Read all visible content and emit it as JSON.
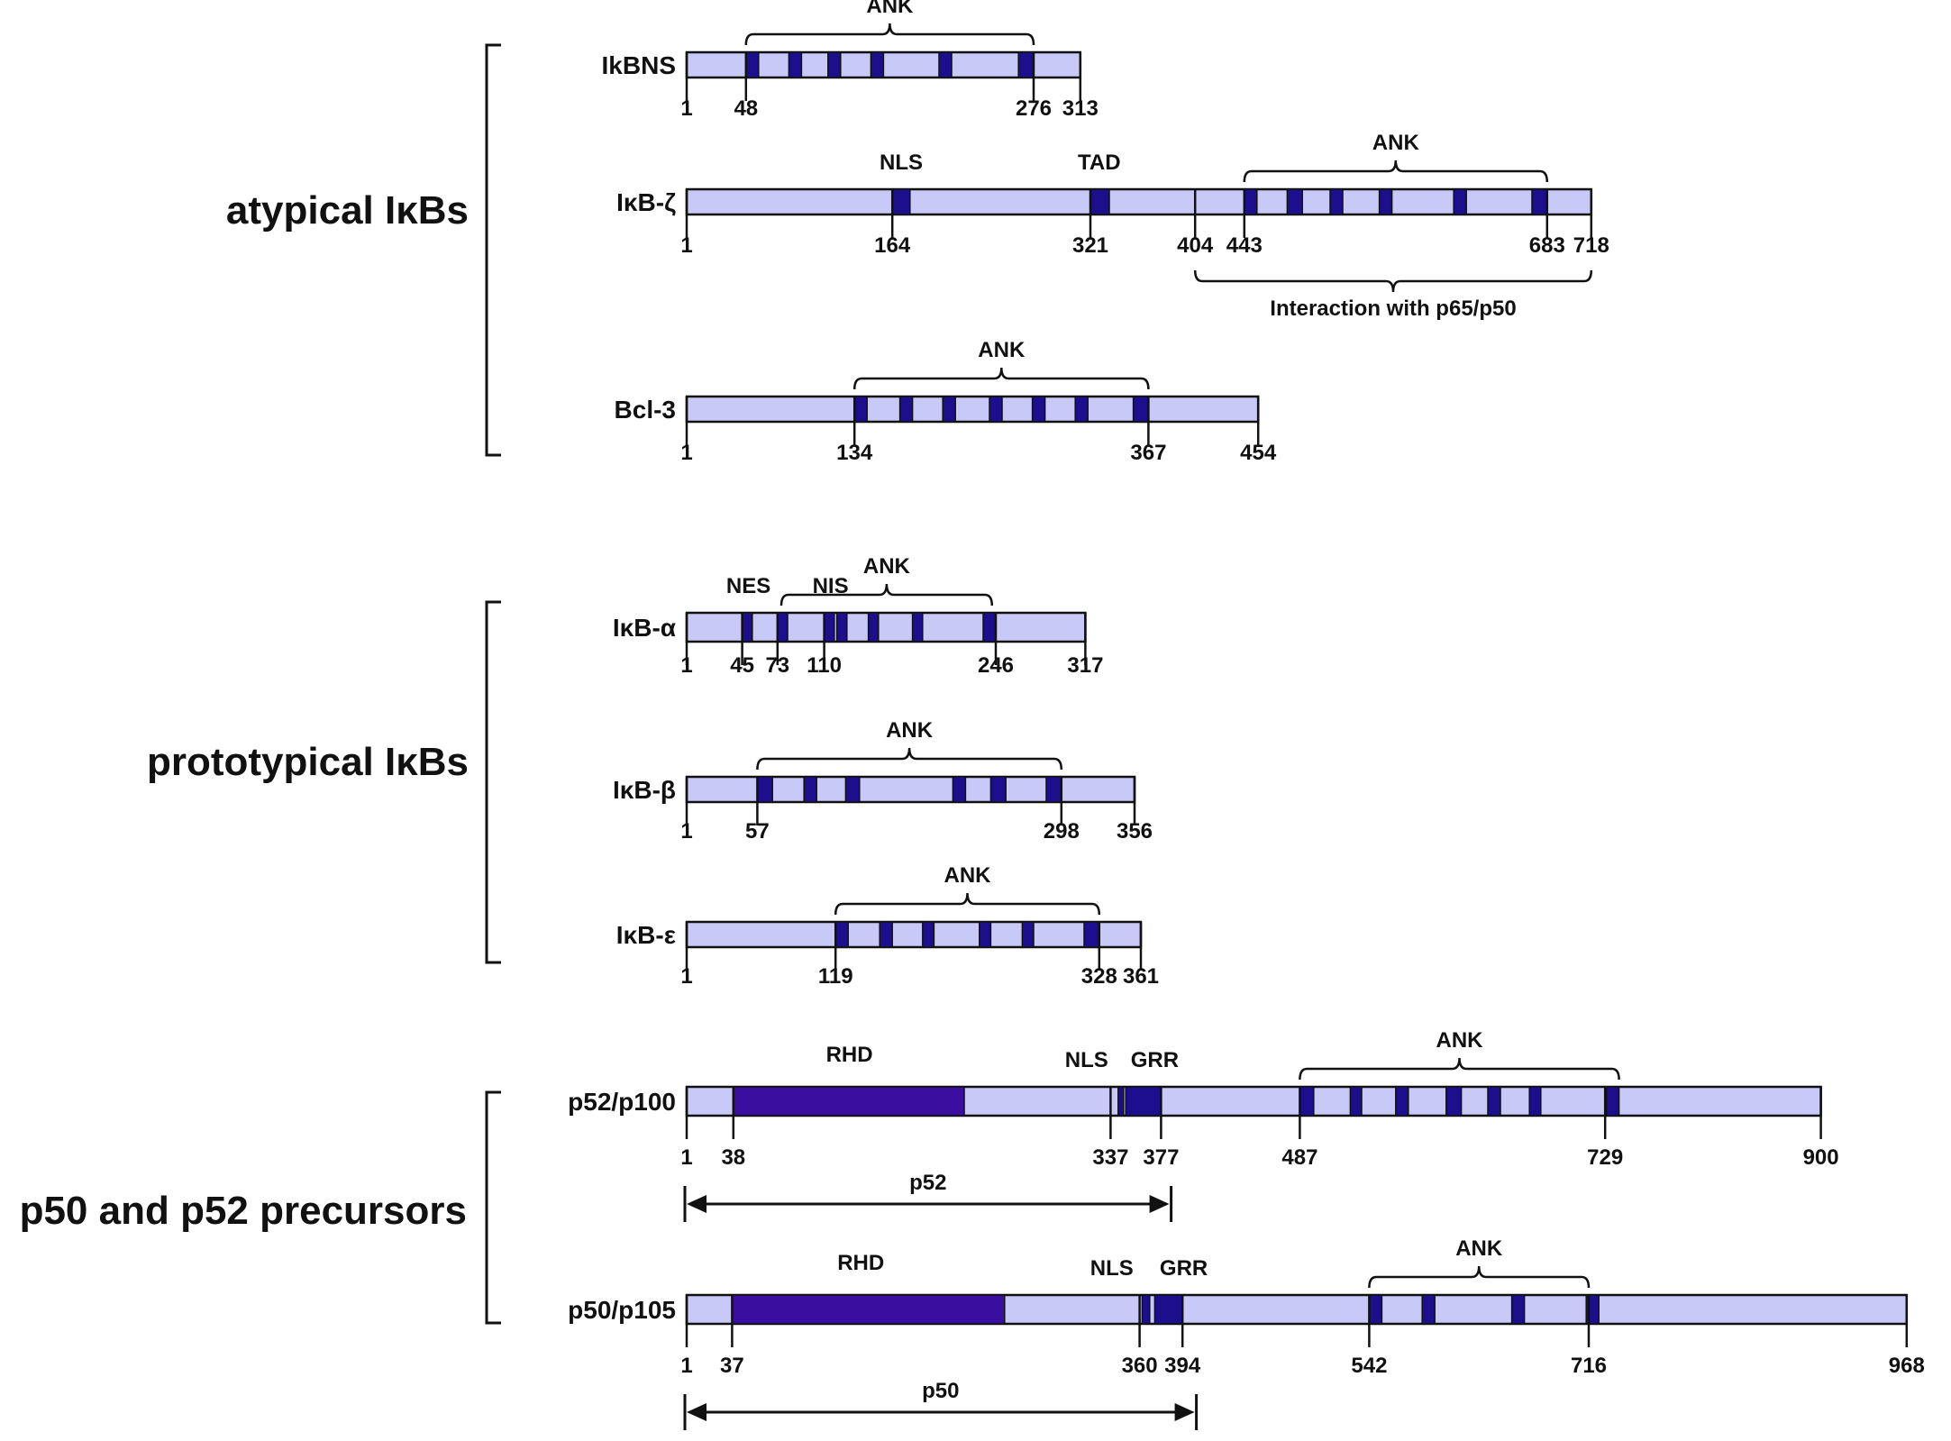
{
  "colors": {
    "bar_fill": "#c9c9f7",
    "domain_fill": "#3a0fa0",
    "dark_domain_fill": "#1c0e8c",
    "stroke": "#111111"
  },
  "groups": [
    {
      "id": "atypical",
      "label": "atypical IκBs"
    },
    {
      "id": "prototypical",
      "label": "prototypical IκBs"
    },
    {
      "id": "precursors",
      "label": "p50 and p52 precursors"
    }
  ],
  "proteins": [
    {
      "name": "IkBNS",
      "length": 313,
      "ticks": [
        1,
        48,
        276,
        313
      ],
      "blocks": [
        [
          48,
          58
        ],
        [
          82,
          92
        ],
        [
          113,
          123
        ],
        [
          147,
          157
        ],
        [
          201,
          211
        ],
        [
          264,
          276
        ]
      ],
      "annotations": [],
      "braces": [
        {
          "label": "ANK",
          "from": 48,
          "to": 276,
          "pos": "above"
        }
      ],
      "arrows": []
    },
    {
      "name": "IκB-ζ",
      "length": 718,
      "ticks": [
        1,
        164,
        321,
        404,
        443,
        683,
        718
      ],
      "blocks": [
        [
          164,
          178
        ],
        [
          321,
          336
        ],
        [
          443,
          453
        ],
        [
          477,
          489
        ],
        [
          511,
          521
        ],
        [
          550,
          560
        ],
        [
          609,
          619
        ],
        [
          671,
          683
        ]
      ],
      "annotations": [
        {
          "label": "NLS",
          "at": 171
        },
        {
          "label": "TAD",
          "at": 328
        }
      ],
      "braces": [
        {
          "label": "ANK",
          "from": 443,
          "to": 683,
          "pos": "above"
        },
        {
          "label": "Interaction with p65/p50",
          "from": 404,
          "to": 718,
          "pos": "below"
        }
      ],
      "arrows": []
    },
    {
      "name": "Bcl-3",
      "length": 454,
      "ticks": [
        1,
        134,
        367,
        454
      ],
      "blocks": [
        [
          134,
          144
        ],
        [
          170,
          180
        ],
        [
          204,
          214
        ],
        [
          241,
          251
        ],
        [
          275,
          285
        ],
        [
          309,
          319
        ],
        [
          355,
          367
        ]
      ],
      "annotations": [],
      "braces": [
        {
          "label": "ANK",
          "from": 134,
          "to": 367,
          "pos": "above"
        }
      ],
      "arrows": []
    },
    {
      "name": "IκB-α",
      "length": 317,
      "ticks": [
        1,
        45,
        73,
        110,
        246,
        317
      ],
      "blocks": [
        [
          45,
          53
        ],
        [
          73,
          81
        ],
        [
          110,
          118
        ],
        [
          120,
          128
        ],
        [
          145,
          153
        ],
        [
          180,
          188
        ],
        [
          236,
          246
        ]
      ],
      "annotations": [
        {
          "label": "NES",
          "at": 50
        },
        {
          "label": "NIS",
          "at": 115
        }
      ],
      "braces": [
        {
          "label": "ANK",
          "from": 76,
          "to": 243,
          "pos": "above"
        }
      ],
      "arrows": []
    },
    {
      "name": "IκB-β",
      "length": 356,
      "ticks": [
        1,
        57,
        298,
        356
      ],
      "blocks": [
        [
          57,
          69
        ],
        [
          94,
          104
        ],
        [
          127,
          138
        ],
        [
          212,
          222
        ],
        [
          242,
          254
        ],
        [
          286,
          298
        ]
      ],
      "annotations": [],
      "braces": [
        {
          "label": "ANK",
          "from": 57,
          "to": 298,
          "pos": "above"
        }
      ],
      "arrows": []
    },
    {
      "name": "IκB-ε",
      "length": 361,
      "ticks": [
        1,
        119,
        328,
        361
      ],
      "blocks": [
        [
          119,
          129
        ],
        [
          154,
          164
        ],
        [
          188,
          197
        ],
        [
          233,
          242
        ],
        [
          267,
          276
        ],
        [
          316,
          328
        ]
      ],
      "annotations": [],
      "braces": [
        {
          "label": "ANK",
          "from": 119,
          "to": 328,
          "pos": "above"
        }
      ],
      "arrows": []
    },
    {
      "name": "p52/p100",
      "length": 900,
      "ticks": [
        1,
        38,
        337,
        377,
        487,
        729,
        900
      ],
      "blocks": [
        [
          38,
          221
        ],
        [
          343,
          347
        ],
        [
          349,
          377
        ],
        [
          487,
          498
        ],
        [
          527,
          536
        ],
        [
          563,
          573
        ],
        [
          603,
          615
        ],
        [
          636,
          646
        ],
        [
          669,
          678
        ],
        [
          730,
          740
        ]
      ],
      "annotations": [
        {
          "label": "RHD",
          "at": 130
        },
        {
          "label": "NLS",
          "at": 318
        },
        {
          "label": "GRR",
          "at": 372
        }
      ],
      "braces": [
        {
          "label": "ANK",
          "from": 487,
          "to": 740,
          "pos": "above"
        }
      ],
      "arrows": [
        {
          "label": "p52",
          "from": 1,
          "to": 385
        }
      ]
    },
    {
      "name": "p50/p105",
      "length": 968,
      "ticks": [
        1,
        37,
        360,
        394,
        542,
        716,
        968
      ],
      "blocks": [
        [
          37,
          253
        ],
        [
          362,
          368
        ],
        [
          372,
          394
        ],
        [
          542,
          552
        ],
        [
          584,
          594
        ],
        [
          655,
          665
        ],
        [
          714,
          724
        ]
      ],
      "annotations": [
        {
          "label": "RHD",
          "at": 139
        },
        {
          "label": "NLS",
          "at": 338
        },
        {
          "label": "GRR",
          "at": 395
        }
      ],
      "braces": [
        {
          "label": "ANK",
          "from": 542,
          "to": 716,
          "pos": "above"
        }
      ],
      "arrows": [
        {
          "label": "p50",
          "from": 1,
          "to": 405
        }
      ]
    }
  ]
}
